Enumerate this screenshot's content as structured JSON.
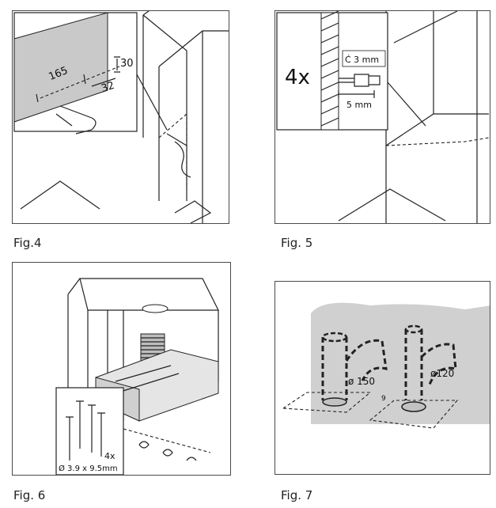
{
  "figures": [
    {
      "caption": "Fig.4",
      "labels": {
        "width": "165",
        "offset": "32",
        "height": "30"
      }
    },
    {
      "caption": "Fig. 5",
      "labels": {
        "count": "4x",
        "drill": "Ć 3 mm",
        "depth": "5 mm"
      }
    },
    {
      "caption": "Fig. 6",
      "labels": {
        "count": "4x",
        "screw_size": "Ø 3.9 x 9.5mm"
      }
    },
    {
      "caption": "Fig. 7",
      "labels": {
        "pipe_large": "ø 150",
        "pipe_small": "ø120",
        "mark": "9"
      }
    }
  ]
}
